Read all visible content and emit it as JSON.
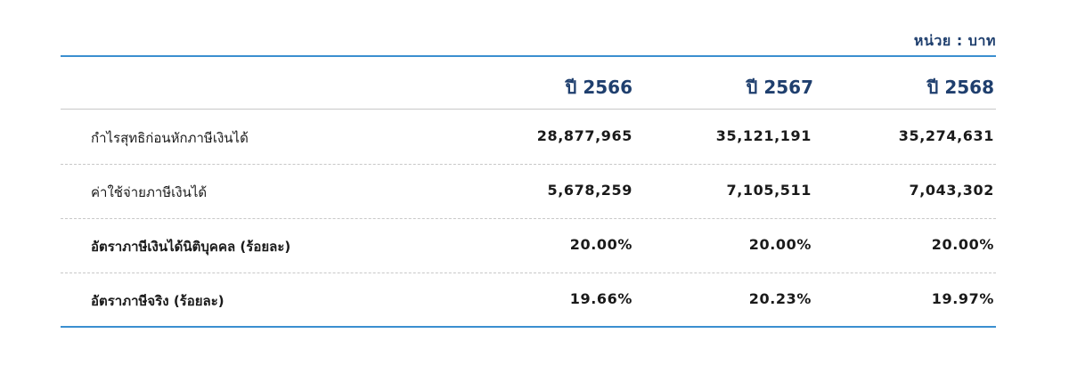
{
  "unit_label": "หน่วย : บาท",
  "colors": {
    "accent": "#3b8fd0",
    "header_text": "#1f3f6e",
    "divider": "#c8c8c8"
  },
  "table": {
    "columns": [
      "ปี 2566",
      "ปี 2567",
      "ปี 2568"
    ],
    "rows": [
      {
        "label": "กำไรสุทธิก่อนหักภาษีเงินได้",
        "values": [
          "28,877,965",
          "35,121,191",
          "35,274,631"
        ]
      },
      {
        "label": "ค่าใช้จ่ายภาษีเงินได้",
        "values": [
          "5,678,259",
          "7,105,511",
          "7,043,302"
        ]
      },
      {
        "label": "อัตราภาษีเงินได้นิติบุคคล (ร้อยละ)",
        "values": [
          "20.00%",
          "20.00%",
          "20.00%"
        ]
      },
      {
        "label": "อัตราภาษีจริง (ร้อยละ)",
        "values": [
          "19.66%",
          "20.23%",
          "19.97%"
        ]
      }
    ]
  }
}
